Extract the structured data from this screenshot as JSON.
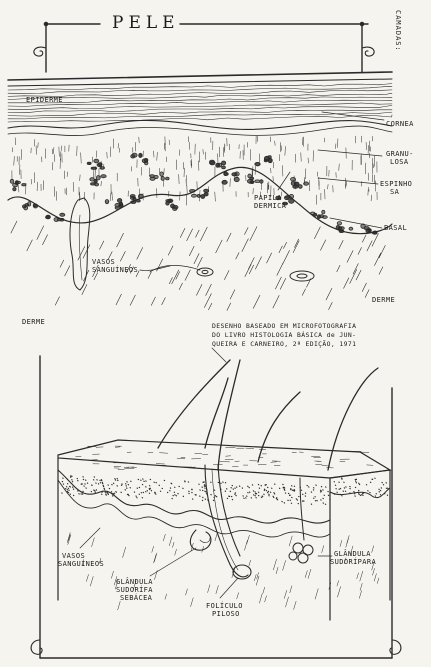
{
  "title": "PELE",
  "layers_heading": "CAMADAS:",
  "top_section": {
    "epiderme": "EPIDERME",
    "cornea": "CORNEA",
    "granulosa": [
      "GRANU-",
      "LOSA"
    ],
    "espinhosa": [
      "ESPINHO",
      "SA"
    ],
    "basal": "BASAL",
    "papila": [
      "PAPILA",
      "DERMICA"
    ],
    "vasos": [
      "VASOS",
      "SANGUÍNEOS"
    ],
    "derme_right": "DERME",
    "derme_left": "DERME"
  },
  "caption": [
    "DESENHO BASEADO EM MICROFOTOGRAFIA",
    "DO LIVRO HISTOLOGIA BÁSICA de JUN-",
    "QUEIRA E CARNEIRO, 2ª EDIÇÃO, 1971"
  ],
  "bottom_section": {
    "vasos": [
      "VASOS",
      "SANGUÍNEOS"
    ],
    "glandula_sudoripara": [
      "GLÂNDULA",
      "SUDORÍPARA"
    ],
    "glandula_sebacea": [
      "GLÂNDULA",
      "SUDORÍFA",
      "SEBÁCEA"
    ],
    "foliculo": [
      "FOLÍCULO",
      "PILOSO"
    ]
  }
}
